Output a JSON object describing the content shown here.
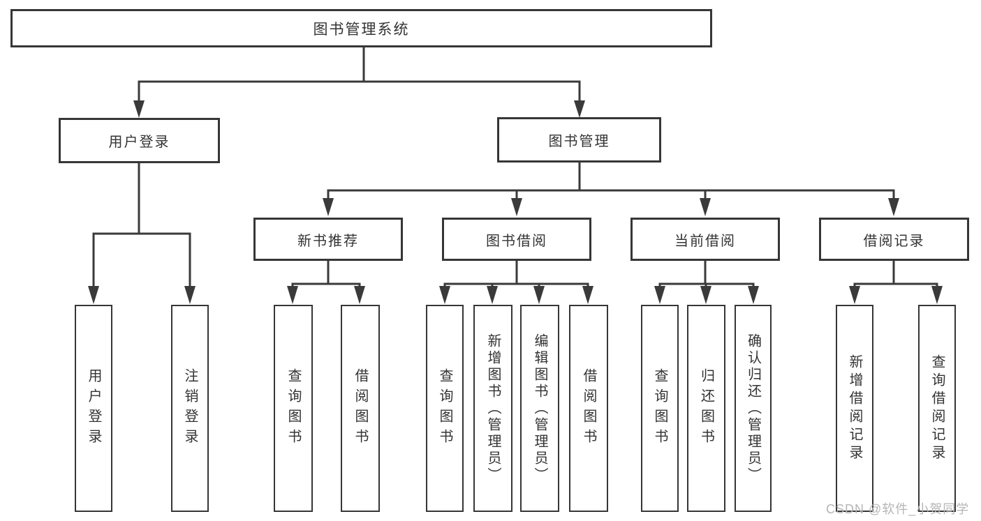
{
  "tree": {
    "root": {
      "label": "图书管理系统"
    },
    "branches": [
      {
        "label": "用户登录",
        "children": [
          {
            "label": "用户登录"
          },
          {
            "label": "注销登录"
          }
        ]
      },
      {
        "label": "图书管理",
        "sections": [
          {
            "label": "新书推荐",
            "children": [
              {
                "label": "查询图书"
              },
              {
                "label": "借阅图书"
              }
            ]
          },
          {
            "label": "图书借阅",
            "children": [
              {
                "label": "查询图书"
              },
              {
                "label": "新增图书（管理员）"
              },
              {
                "label": "编辑图书（管理员）"
              },
              {
                "label": "借阅图书"
              }
            ]
          },
          {
            "label": "当前借阅",
            "children": [
              {
                "label": "查询图书"
              },
              {
                "label": "归还图书"
              },
              {
                "label": "确认归还（管理员）"
              }
            ]
          },
          {
            "label": "借阅记录",
            "children": [
              {
                "label": "新增借阅记录"
              },
              {
                "label": "查询借阅记录"
              }
            ]
          }
        ]
      }
    ]
  },
  "watermark": {
    "text": "CSDN @软件_小贺同学"
  },
  "colors": {
    "line": "#3a3a3a",
    "box_border": "#363636",
    "box_bg": "#ffffff",
    "text": "#333333",
    "watermark": "#b5b5b5"
  }
}
